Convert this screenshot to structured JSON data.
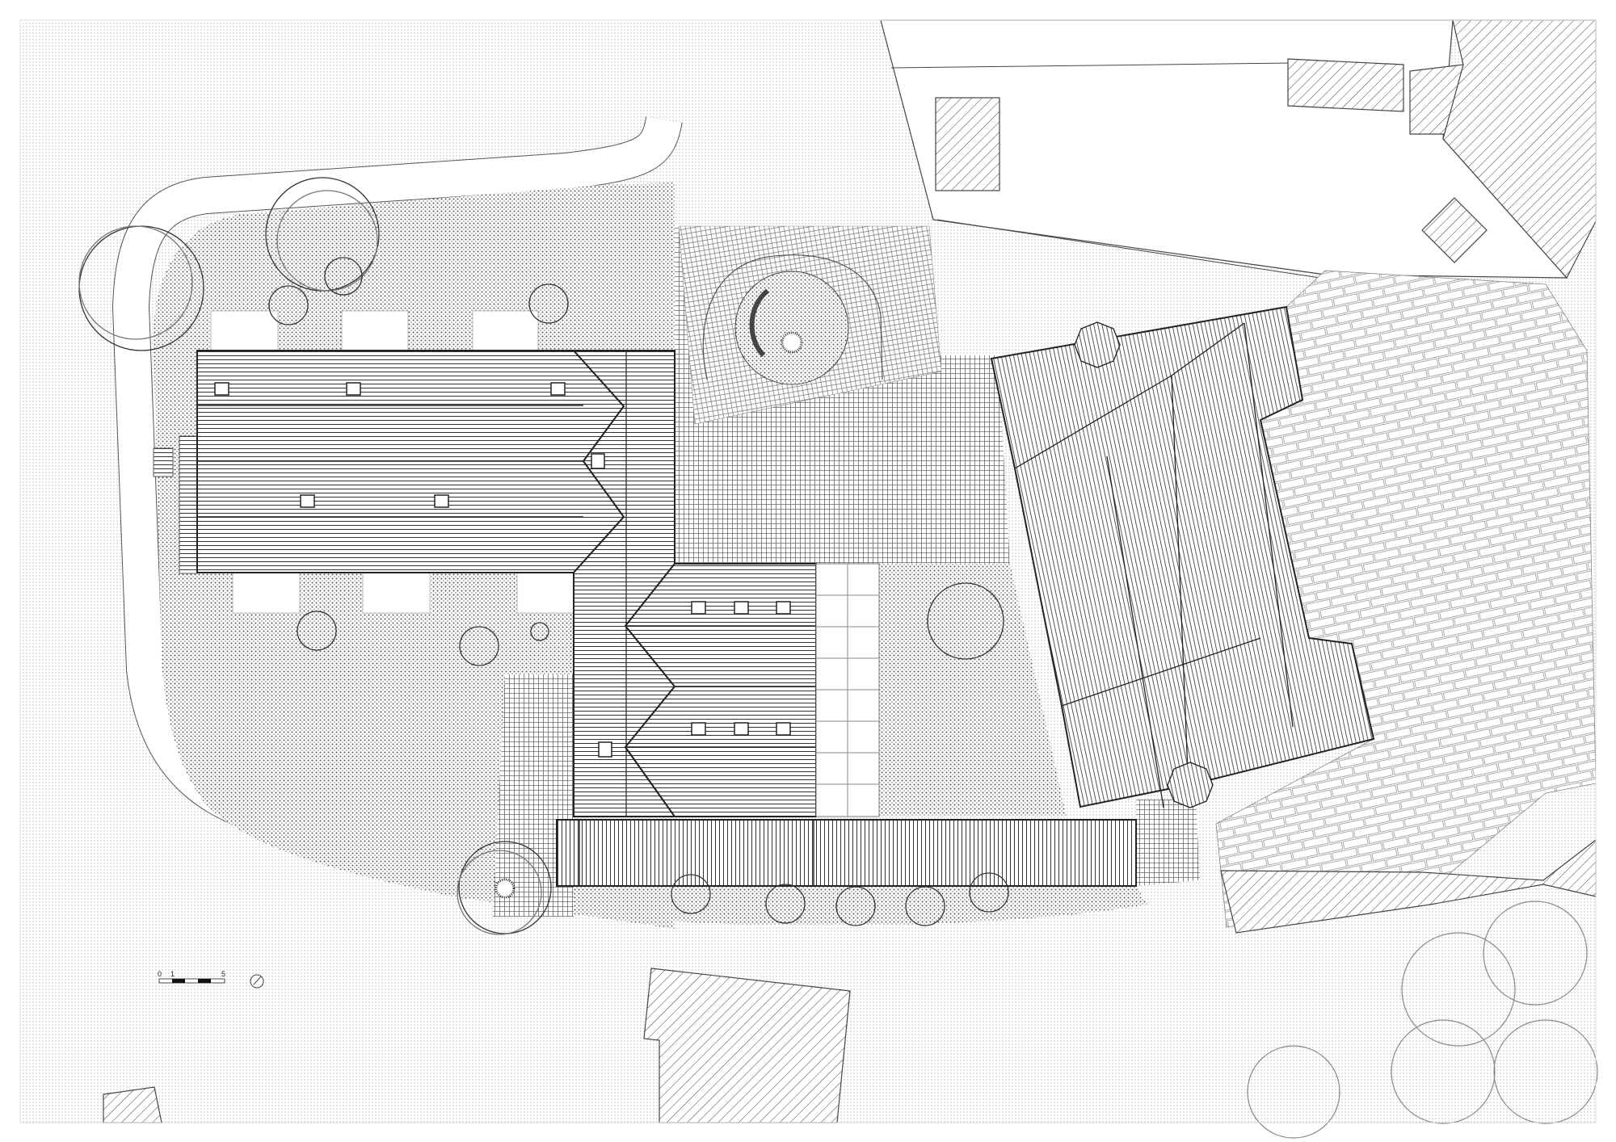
{
  "drawing": {
    "type": "site-plan-roof-view",
    "scale_bar": {
      "labels": [
        "0",
        "1",
        "5"
      ]
    },
    "north_arrow": "north-arrow-icon"
  },
  "colors": {
    "line": "#222222",
    "ground": "#d9d9d9",
    "paper": "#ffffff"
  }
}
